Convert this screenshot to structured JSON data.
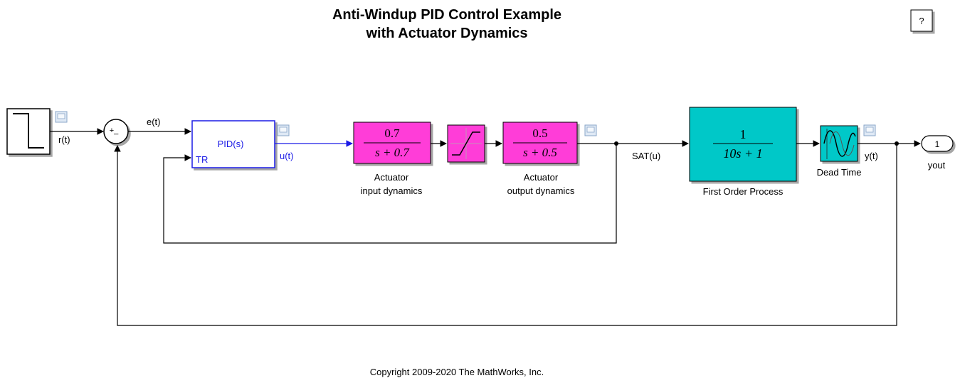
{
  "diagram": {
    "title_line1": "Anti-Windup PID Control Example",
    "title_line2": "with Actuator Dynamics",
    "help_button": "?",
    "copyright": "Copyright 2009-2020 The MathWorks, Inc."
  },
  "blocks": {
    "sum_signs": "+_",
    "pid_label": "PID(s)",
    "pid_tr_port": "TR",
    "actuator_input_num": "0.7",
    "actuator_input_den": "s + 0.7",
    "actuator_input_caption_line1": "Actuator",
    "actuator_input_caption_line2": "input dynamics",
    "actuator_output_num": "0.5",
    "actuator_output_den": "s + 0.5",
    "actuator_output_caption_line1": "Actuator",
    "actuator_output_caption_line2": "output dynamics",
    "process_num": "1",
    "process_den": "10s + 1",
    "process_caption": "First Order Process",
    "dead_time_caption": "Dead Time",
    "outport_number": "1",
    "outport_caption": "yout"
  },
  "signals": {
    "reference": "r(t)",
    "error": "e(t)",
    "control": "u(t)",
    "saturated": "SAT(u)",
    "output": "y(t)"
  },
  "colors": {
    "actuator_fill": "#ff3cd8",
    "process_fill": "#00c8c8",
    "pid_line": "#1a1ae6",
    "wire": "#000000"
  }
}
